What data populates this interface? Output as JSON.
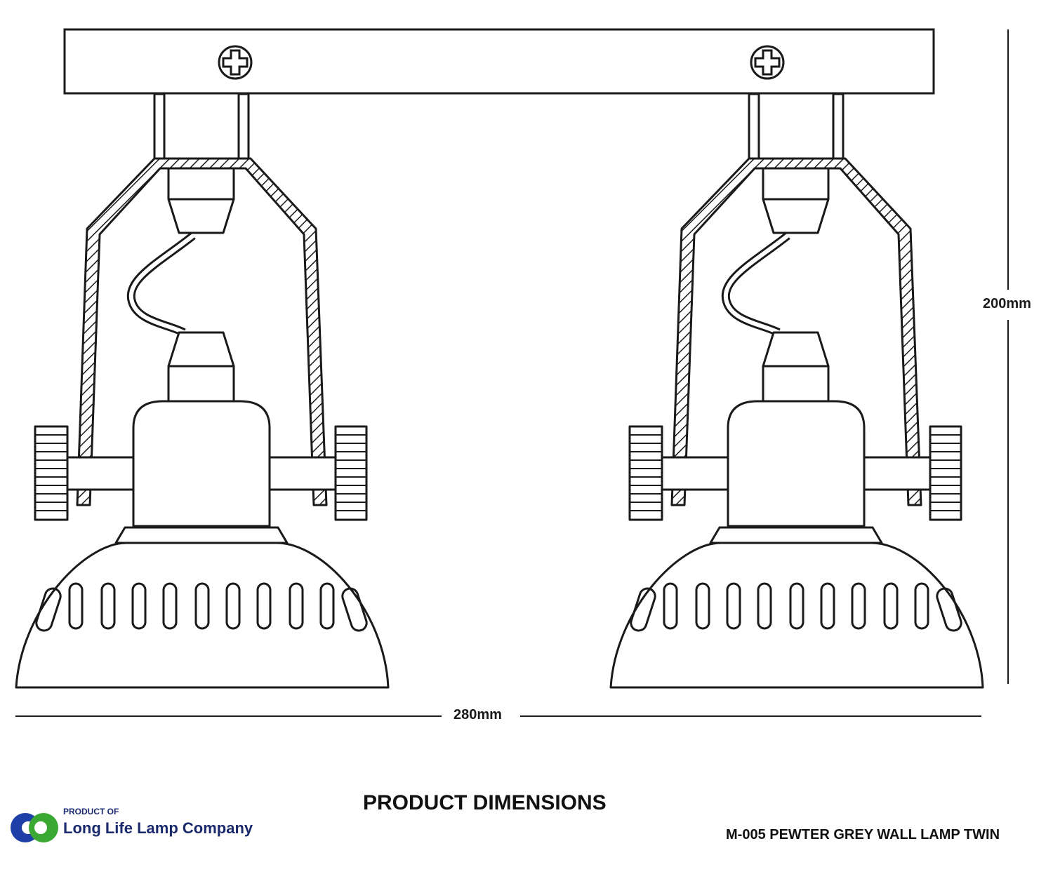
{
  "dimensions": {
    "height": "200mm",
    "width": "280mm"
  },
  "footer": {
    "title": "PRODUCT DIMENSIONS",
    "model": "M-005 PEWTER GREY WALL LAMP TWIN"
  },
  "brand": {
    "prefix": "PRODUCT OF",
    "name": "Long Life Lamp Company",
    "colors": {
      "blue": "#1f3fa8",
      "green": "#3aa832",
      "text": "#1a2a6c"
    }
  },
  "drawing": {
    "line_color": "#1a1a1a",
    "lamp_count": 2
  }
}
